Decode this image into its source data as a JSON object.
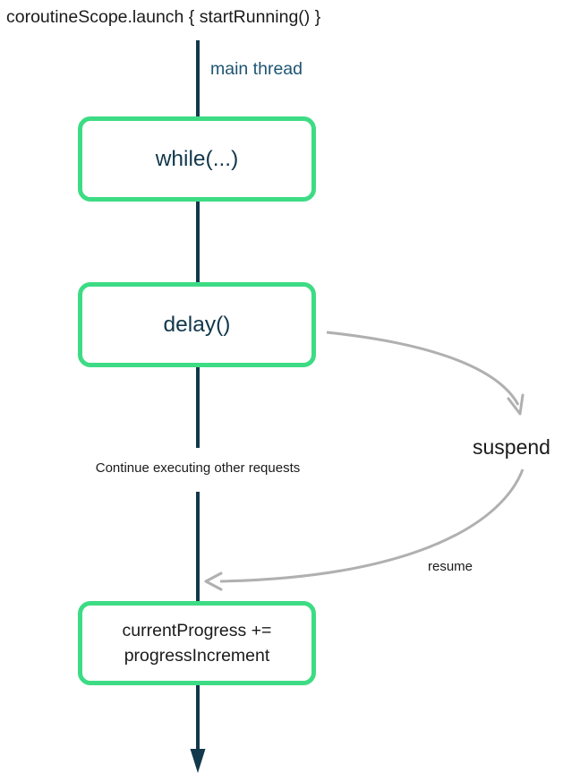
{
  "title": "coroutineScope.launch { startRunning() }",
  "labels": {
    "main_thread": "main thread",
    "continue_other": "Continue executing other requests",
    "suspend": "suspend",
    "resume": "resume"
  },
  "boxes": {
    "while_box": "while(...)",
    "delay_box": "delay()",
    "progress_box_line1": "currentProgress +=",
    "progress_box_line2": "progressIncrement"
  },
  "colors": {
    "green": "#3ddc84",
    "navy": "#12384c",
    "thread_label": "#1d5573",
    "gray_arrow": "#b0b0b0",
    "text_dark": "#1b1b1b"
  }
}
